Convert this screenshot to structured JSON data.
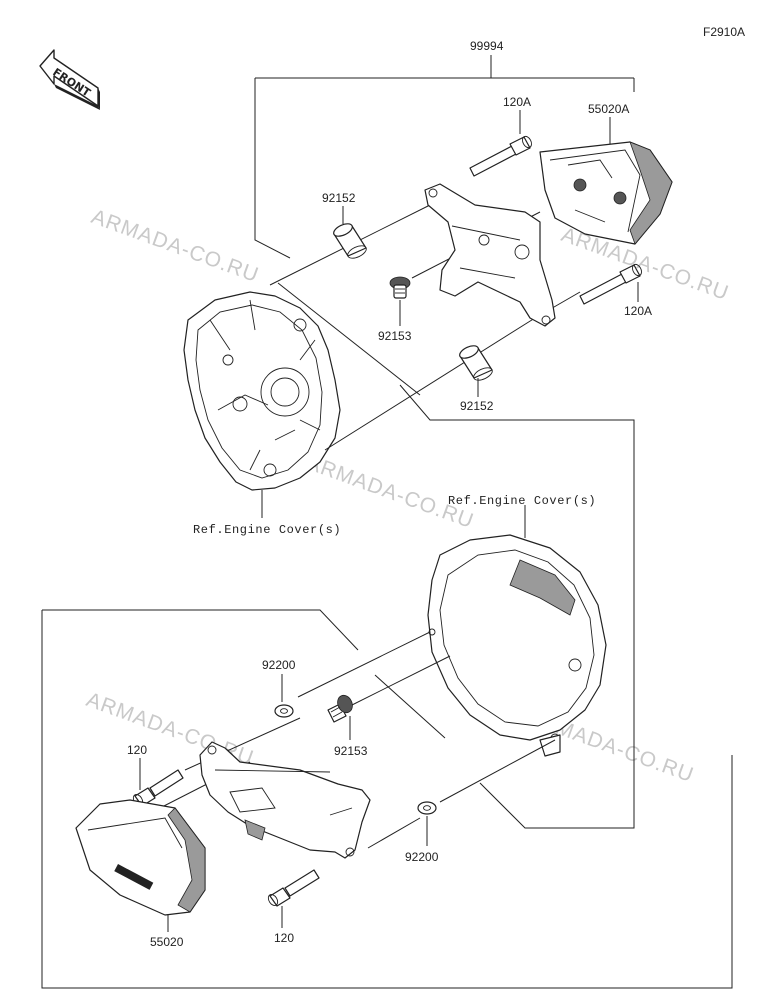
{
  "figure_code": "F2910A",
  "front_label": "FRONT",
  "watermark": "ARMADA-CO.RU",
  "colors": {
    "line": "#222222",
    "watermark": "#c9c9c9",
    "background": "#ffffff"
  },
  "parts": {
    "kit_number": "99994",
    "upper_bolt_top": "120A",
    "upper_bolt_right": "120A",
    "upper_slider": "55020A",
    "upper_collar_left": "92152",
    "upper_collar_bottom": "92152",
    "upper_bolt_small": "92153",
    "lower_washer_top": "92200",
    "lower_bolt_small": "92153",
    "lower_bolt_left": "120",
    "lower_washer_bottom": "92200",
    "lower_slider": "55020",
    "lower_bolt_bottom": "120"
  },
  "references": {
    "upper_engine_cover": "Ref.Engine Cover(s)",
    "lower_engine_cover": "Ref.Engine Cover(s)"
  }
}
